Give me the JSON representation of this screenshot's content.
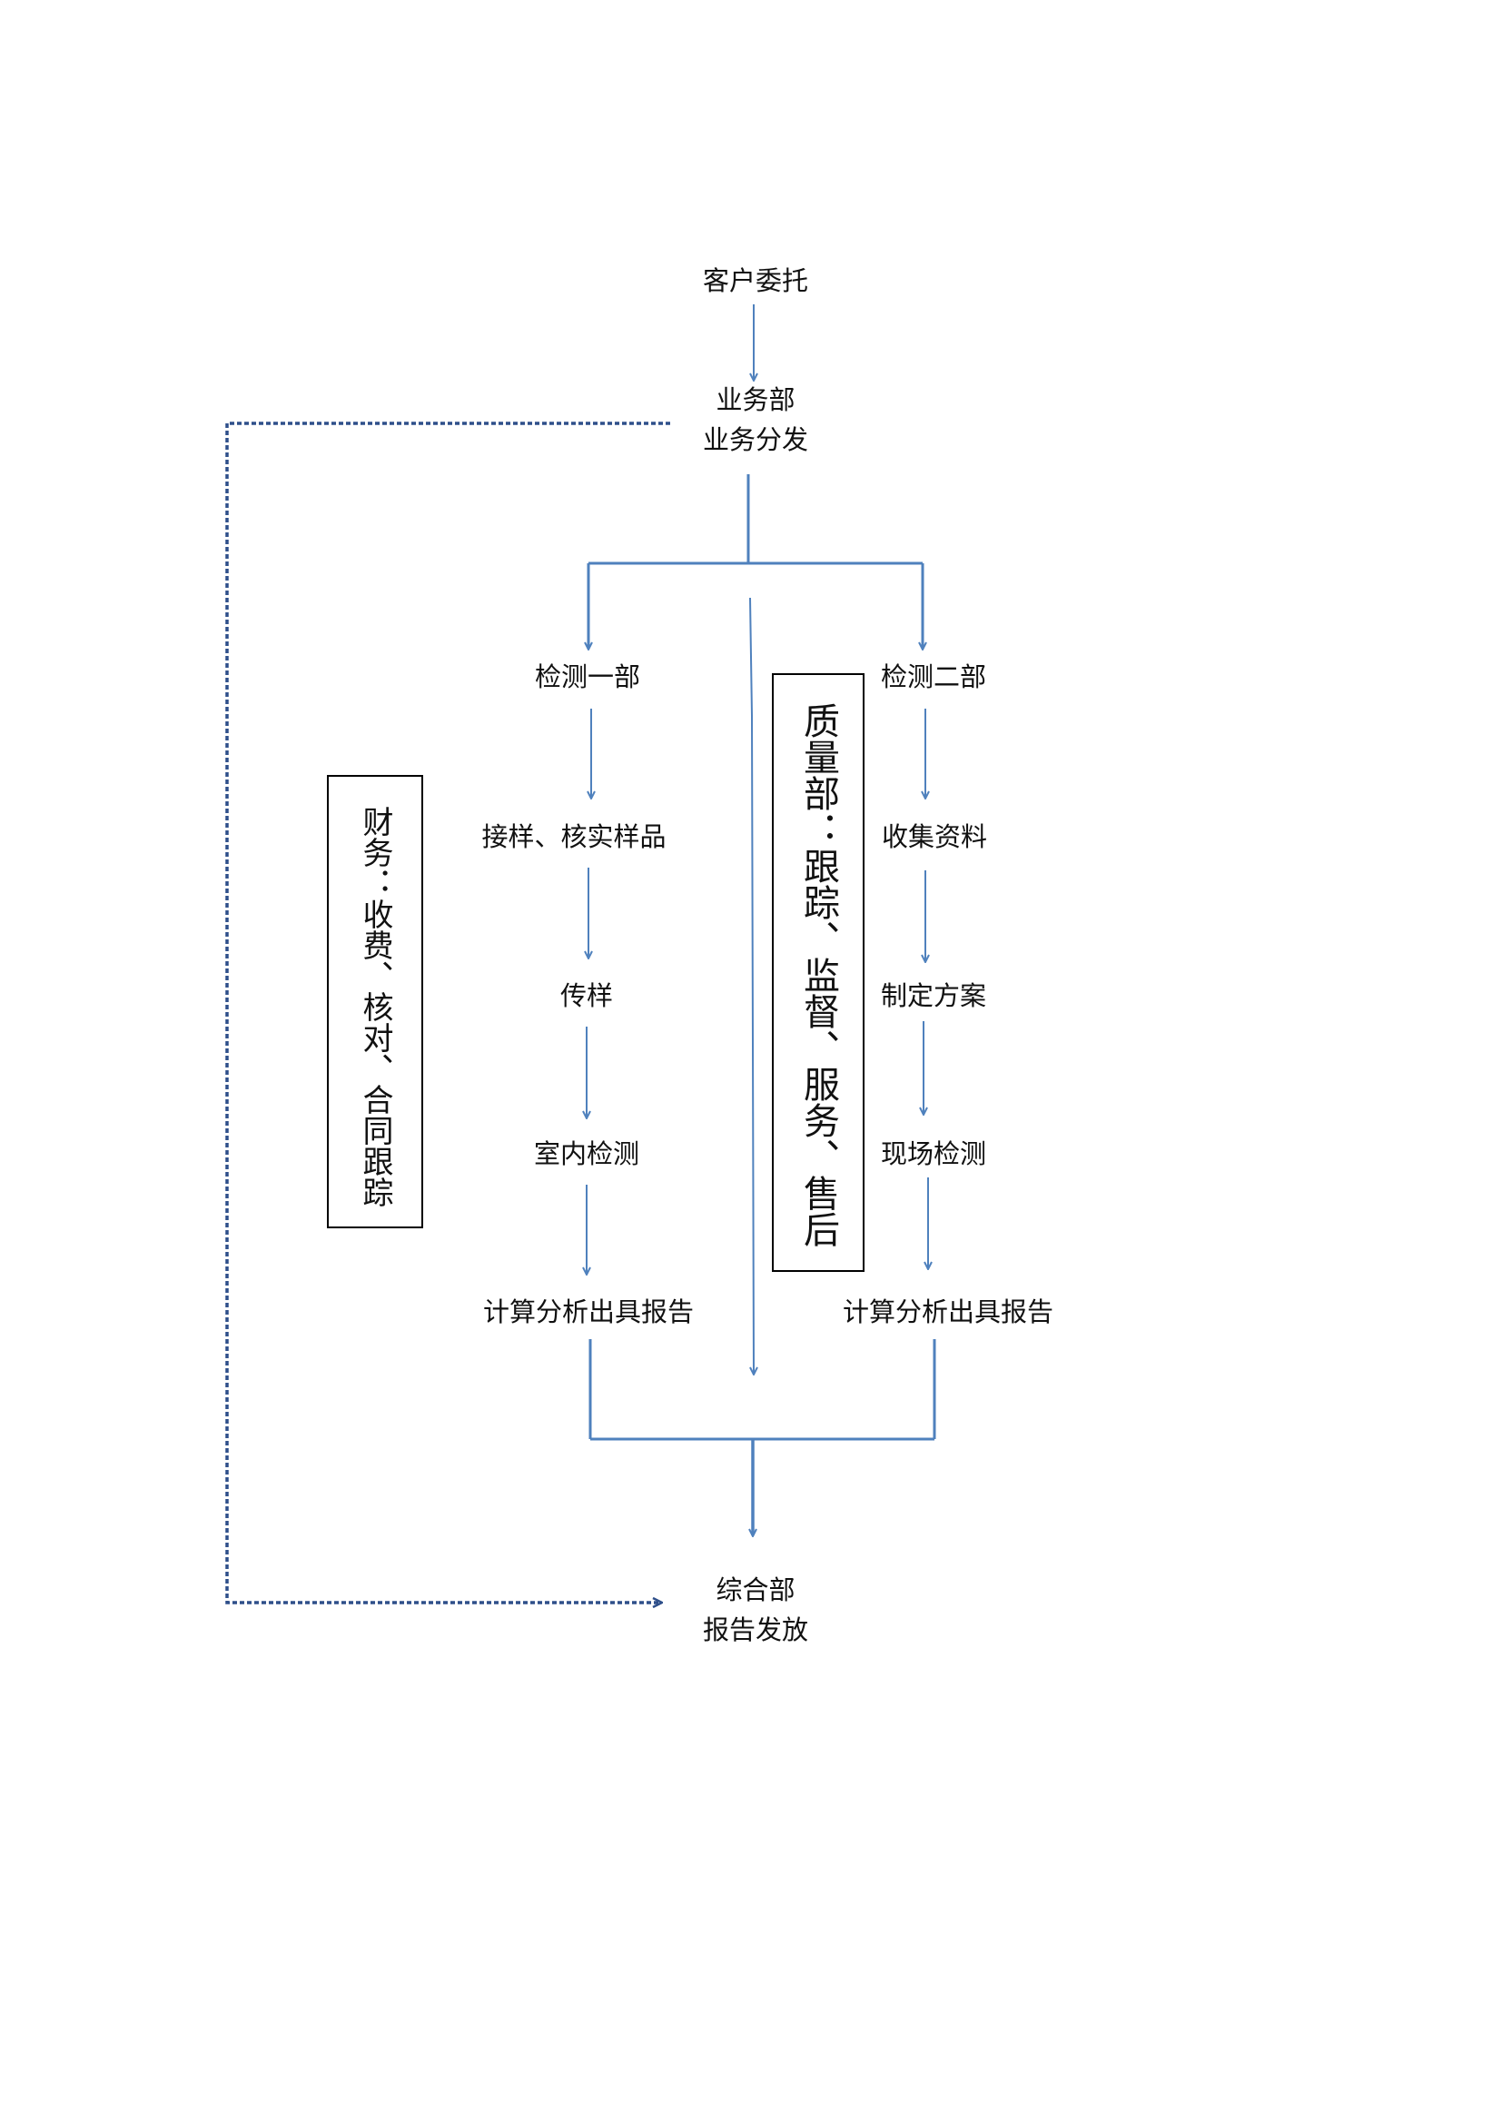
{
  "nodes": {
    "client": "客户委托",
    "business_dept": "业务部",
    "business_dispatch": "业务分发",
    "dept1": "检测一部",
    "dept1_receive": "接样、核实样品",
    "dept1_transfer": "传样",
    "dept1_indoor": "室内检测",
    "dept1_report": "计算分析出具报告",
    "dept2": "检测二部",
    "dept2_collect": "收集资料",
    "dept2_plan": "制定方案",
    "dept2_field": "现场检测",
    "dept2_report": "计算分析出具报告",
    "general_dept": "综合部",
    "report_issue": "报告发放"
  },
  "side_boxes": {
    "finance": "财务：收费、核对、合同跟踪",
    "quality": "质量部：跟踪、监督、服务、售后"
  },
  "colors": {
    "arrow": "#4f81bd",
    "dotted": "#2e4f8a",
    "box_border": "#000000",
    "text": "#111111"
  }
}
